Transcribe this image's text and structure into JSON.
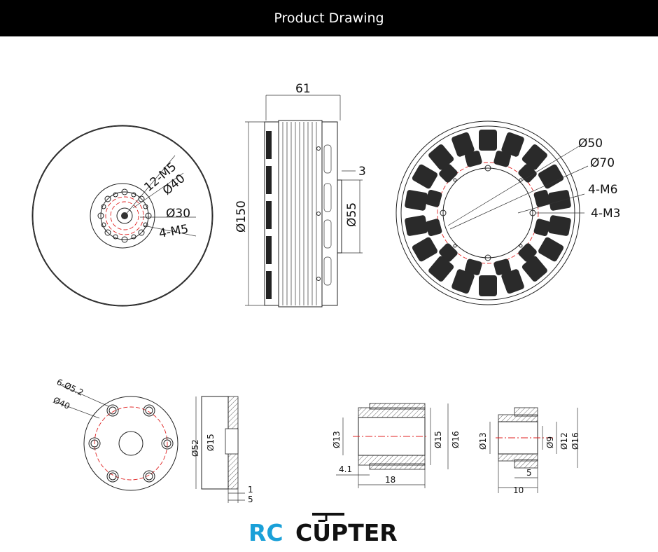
{
  "header": {
    "title": "Product Drawing"
  },
  "front_view": {
    "labels": {
      "holes": "12-M5",
      "d40": "Ø40",
      "d30": "Ø30",
      "m5": "4-M5"
    }
  },
  "side_view": {
    "labels": {
      "width": "61",
      "dia150": "Ø150",
      "gap": "3",
      "dia55": "Ø55"
    }
  },
  "back_view": {
    "labels": {
      "d50": "Ø50",
      "d70": "Ø70",
      "m6": "4-M6",
      "m3": "4-M3"
    }
  },
  "flange": {
    "labels": {
      "holes": "6-Ø5.2",
      "pcd": "Ø40",
      "d52": "Ø52",
      "d15": "Ø15",
      "t1": "1",
      "t5": "5"
    }
  },
  "bushing_large": {
    "labels": {
      "d13": "Ø13",
      "d15": "Ø15",
      "d16": "Ø16",
      "len": "18",
      "lip": "4.1"
    }
  },
  "bushing_small": {
    "labels": {
      "d13": "Ø13",
      "d9": "Ø9",
      "d12": "Ø12",
      "d16": "Ø16",
      "len": "10",
      "lip": "5"
    }
  },
  "logo": {
    "part1": "RC",
    "part2": "CŪPTER",
    "colors": {
      "rc": "#1aa0d8",
      "copter": "#111111"
    }
  }
}
